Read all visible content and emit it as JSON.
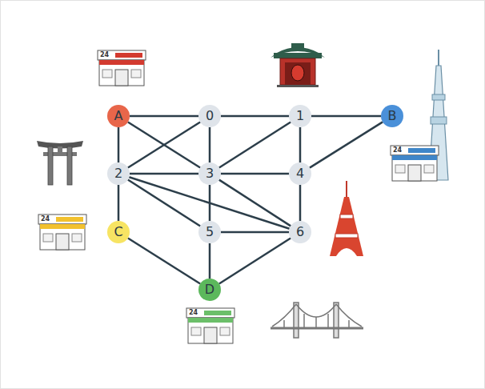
{
  "diagram": {
    "nodes": [
      {
        "text": [
          "A"
        ]
      },
      {
        "text": [
          "0"
        ]
      },
      {
        "text": [
          "1"
        ]
      },
      {
        "text": [
          "B"
        ]
      },
      {
        "text": [
          "2"
        ]
      },
      {
        "text": [
          "3"
        ]
      },
      {
        "text": [
          "4"
        ]
      },
      {
        "text": [
          "C"
        ]
      },
      {
        "text": [
          "5"
        ]
      },
      {
        "text": [
          "6"
        ]
      },
      {
        "text": [
          "D"
        ]
      }
    ],
    "edges": [
      {
        "from": 0,
        "to": 1,
        "arrow": "none"
      },
      {
        "from": 1,
        "to": 2,
        "arrow": "none"
      },
      {
        "from": 2,
        "to": 3,
        "arrow": "none"
      },
      {
        "from": 0,
        "to": 4,
        "arrow": "none"
      },
      {
        "from": 0,
        "to": 5,
        "arrow": "none"
      },
      {
        "from": 1,
        "to": 4,
        "arrow": "none"
      },
      {
        "from": 1,
        "to": 5,
        "arrow": "none"
      },
      {
        "from": 2,
        "to": 5,
        "arrow": "none"
      },
      {
        "from": 2,
        "to": 6,
        "arrow": "none"
      },
      {
        "from": 3,
        "to": 6,
        "arrow": "none"
      },
      {
        "from": 4,
        "to": 5,
        "arrow": "none"
      },
      {
        "from": 5,
        "to": 6,
        "arrow": "none"
      },
      {
        "from": 4,
        "to": 7,
        "arrow": "none"
      },
      {
        "from": 4,
        "to": 8,
        "arrow": "none"
      },
      {
        "from": 4,
        "to": 9,
        "arrow": "none"
      },
      {
        "from": 5,
        "to": 8,
        "arrow": "none"
      },
      {
        "from": 5,
        "to": 9,
        "arrow": "none"
      },
      {
        "from": 6,
        "to": 9,
        "arrow": "none"
      },
      {
        "from": 8,
        "to": 9,
        "arrow": "none"
      },
      {
        "from": 7,
        "to": 10,
        "arrow": "none"
      },
      {
        "from": 8,
        "to": 10,
        "arrow": "none"
      },
      {
        "from": 9,
        "to": 10,
        "arrow": "none"
      }
    ],
    "labels": [
      "24",
      "24",
      "24",
      "24"
    ]
  }
}
